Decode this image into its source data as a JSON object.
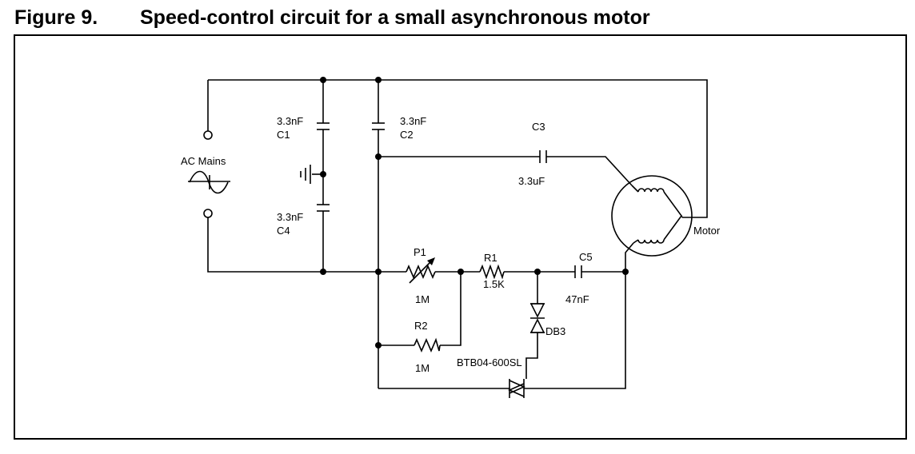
{
  "figure": {
    "number": "Figure 9.",
    "title": "Speed-control circuit for a small asynchronous motor"
  },
  "components": {
    "c1": {
      "value": "3.3nF",
      "name": "C1"
    },
    "c2": {
      "value": "3.3nF",
      "name": "C2"
    },
    "c3": {
      "value": "3.3uF",
      "name": "C3"
    },
    "c4": {
      "value": "3.3nF",
      "name": "C4"
    },
    "c5": {
      "value": "47nF",
      "name": "C5"
    },
    "p1": {
      "value": "1M",
      "name": "P1"
    },
    "r1": {
      "value": "1.5K",
      "name": "R1"
    },
    "r2": {
      "value": "1M",
      "name": "R2"
    },
    "db3": {
      "name": "DB3"
    },
    "triac": {
      "name": "BTB04-600SL"
    },
    "ac": {
      "name": "AC Mains"
    },
    "motor": {
      "name": "Motor"
    }
  },
  "icons": {
    "ac_source": "sine-wave-icon",
    "ground": "ground-icon"
  },
  "colors": {
    "line": "#000000",
    "background": "#ffffff"
  }
}
